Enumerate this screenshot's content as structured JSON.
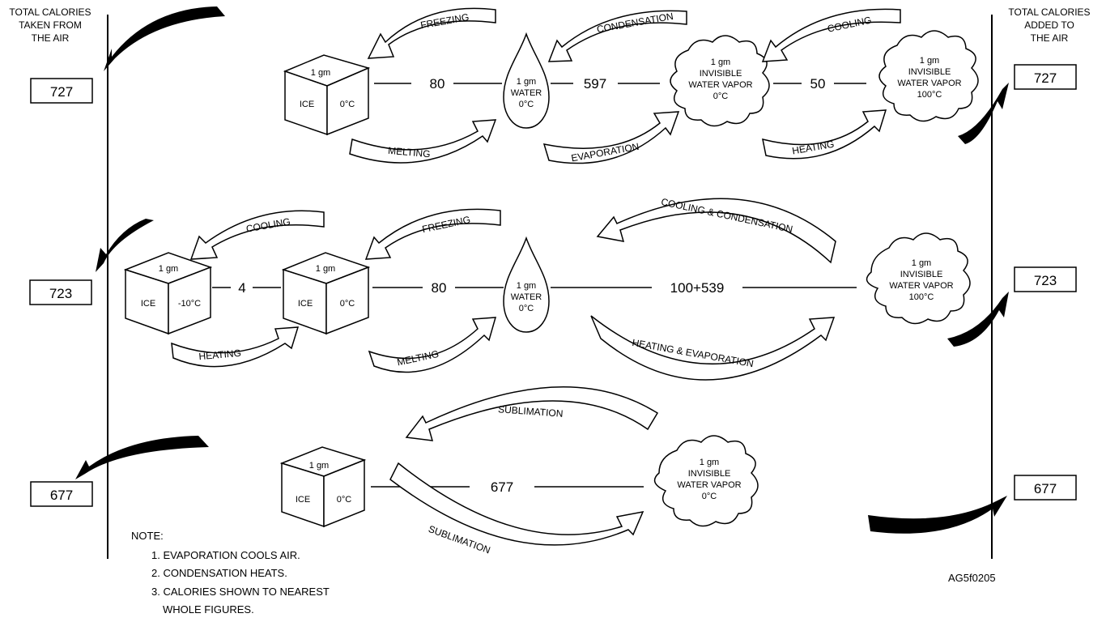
{
  "left_header": [
    "TOTAL CALORIES",
    "TAKEN FROM",
    "THE AIR"
  ],
  "right_header": [
    "TOTAL CALORIES",
    "ADDED TO",
    "THE AIR"
  ],
  "row1": {
    "left_total": "727",
    "right_total": "727",
    "ice": {
      "mass": "1 gm",
      "name": "ICE",
      "temp": "0°C"
    },
    "water": [
      "1 gm",
      "WATER",
      "0°C"
    ],
    "vapor_a": [
      "1 gm",
      "INVISIBLE",
      "WATER VAPOR",
      "0°C"
    ],
    "vapor_b": [
      "1 gm",
      "INVISIBLE",
      "WATER VAPOR",
      "100°C"
    ],
    "values": [
      "80",
      "597",
      "50"
    ],
    "top_arrows": [
      "FREEZING",
      "CONDENSATION",
      "COOLING"
    ],
    "bottom_arrows": [
      "MELTING",
      "EVAPORATION",
      "HEATING"
    ]
  },
  "row2": {
    "left_total": "723",
    "right_total": "723",
    "ice_cold": {
      "mass": "1 gm",
      "name": "ICE",
      "temp": "-10°C"
    },
    "ice": {
      "mass": "1 gm",
      "name": "ICE",
      "temp": "0°C"
    },
    "water": [
      "1 gm",
      "WATER",
      "0°C"
    ],
    "vapor": [
      "1 gm",
      "INVISIBLE",
      "WATER VAPOR",
      "100°C"
    ],
    "values": [
      "4",
      "80",
      "100+539"
    ],
    "top_arrows": [
      "COOLING",
      "FREEZING",
      "COOLING & CONDENSATION"
    ],
    "bottom_arrows": [
      "HEATING",
      "MELTING",
      "HEATING & EVAPORATION"
    ]
  },
  "row3": {
    "left_total": "677",
    "right_total": "677",
    "ice": {
      "mass": "1 gm",
      "name": "ICE",
      "temp": "0°C"
    },
    "vapor": [
      "1 gm",
      "INVISIBLE",
      "WATER VAPOR",
      "0°C"
    ],
    "values": [
      "677"
    ],
    "top_arrows": [
      "SUBLIMATION"
    ],
    "bottom_arrows": [
      "SUBLIMATION"
    ]
  },
  "note": {
    "title": "NOTE:",
    "items": [
      "1. EVAPORATION COOLS AIR.",
      "2. CONDENSATION HEATS.",
      "3. CALORIES SHOWN TO NEAREST",
      "WHOLE FIGURES."
    ]
  },
  "figure_id": "AG5f0205"
}
